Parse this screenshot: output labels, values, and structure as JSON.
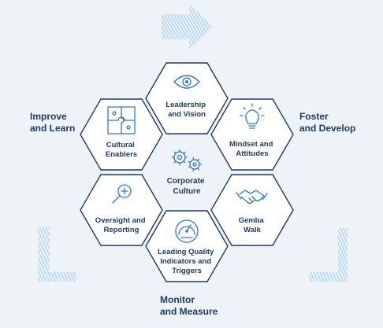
{
  "center": {
    "line1": "Corporate",
    "line2": "Culture"
  },
  "hexagons": [
    {
      "id": "leadership",
      "icon": "eye-icon",
      "lines": [
        "Leadership",
        "and Vision"
      ]
    },
    {
      "id": "mindset",
      "icon": "lightbulb-icon",
      "lines": [
        "Mindset and",
        "Attitudes"
      ]
    },
    {
      "id": "gemba",
      "icon": "handshake-icon",
      "lines": [
        "Gemba",
        "Walk"
      ]
    },
    {
      "id": "leading-quality",
      "icon": "gauge-icon",
      "lines": [
        "Leading Quality",
        "Indicators and",
        "Triggers"
      ]
    },
    {
      "id": "oversight",
      "icon": "magnifier-plus-icon",
      "lines": [
        "Oversight and",
        "Reporting"
      ]
    },
    {
      "id": "cultural",
      "icon": "puzzle-icon",
      "lines": [
        "Cultural",
        "Enablers"
      ]
    }
  ],
  "side_labels": {
    "improve": [
      "Improve",
      "and Learn"
    ],
    "foster": [
      "Foster",
      "and Develop"
    ],
    "monitor": [
      "Monitor",
      "and Measure"
    ]
  },
  "colors": {
    "navy": "#1d3b66",
    "accent": "#2f78c4",
    "stripe": "#b6d6f3",
    "background": "#eef3f8"
  }
}
